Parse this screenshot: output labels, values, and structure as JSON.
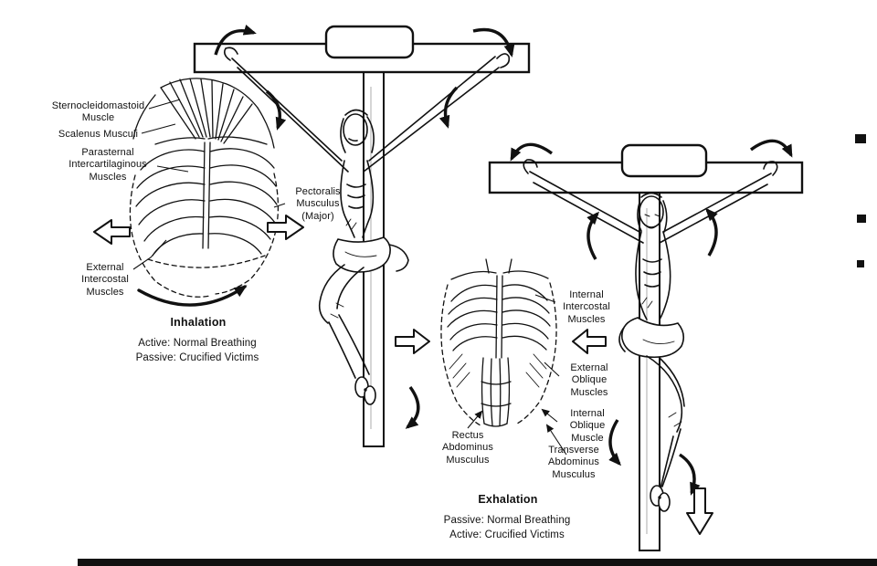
{
  "palette": {
    "ink": "#111111",
    "paper": "#ffffff"
  },
  "inhalation": {
    "labels": {
      "sternocleidomastoid": "Sternocleidomastoid\nMuscle",
      "scalenus": "Scalenus Musculi",
      "parasternal": "Parasternal\nIntercartilaginous\nMuscles",
      "external_intercostal": "External\nIntercostal\nMuscles",
      "pectoralis": "Pectoralis\nMusculus\n(Major)"
    },
    "title": "Inhalation",
    "caption_line1": "Active: Normal Breathing",
    "caption_line2": "Passive: Crucified Victims"
  },
  "exhalation": {
    "labels": {
      "internal_intercostal": "Internal\nIntercostal\nMuscles",
      "external_oblique": "External\nOblique\nMuscles",
      "internal_oblique": "Internal\nOblique\nMuscle",
      "rectus_abdominus": "Rectus\nAbdominus\nMusculus",
      "transverse_abdominus": "Transverse\nAbdominus\nMusculus"
    },
    "title": "Exhalation",
    "caption_line1": "Passive: Normal Breathing",
    "caption_line2": "Active: Crucified Victims"
  }
}
